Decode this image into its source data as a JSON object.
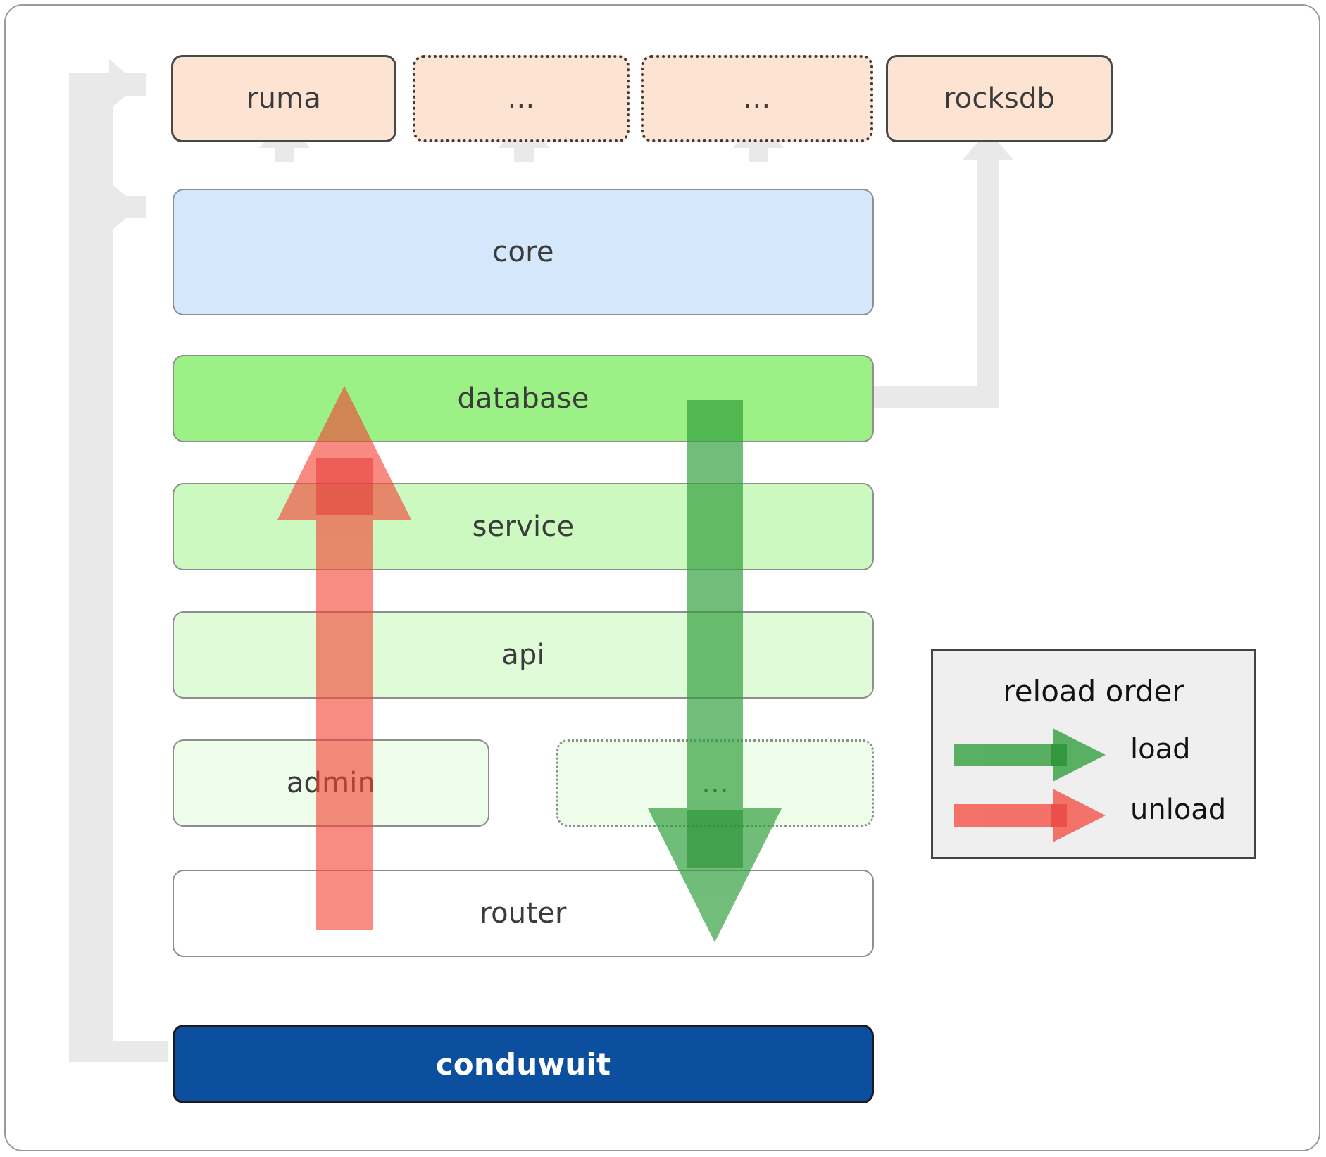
{
  "diagram": {
    "title": "conduwuit crate layering and reload order",
    "colors": {
      "dependency_fill": "#fde3d2",
      "core_fill": "#d5e8fb",
      "database_fill": "#9bf086",
      "service_fill": "#ccf9c0",
      "api_fill": "#e0fbd8",
      "admin_fill": "#eefdea",
      "router_fill": "#ffffff",
      "root_fill": "#0b4f9e",
      "connector": "#e9e9e9",
      "load_arrow": "#4caf50",
      "unload_arrow": "#fa7272",
      "legend_fill": "#efefef",
      "border": "#8e8e8e"
    },
    "dependencies": [
      {
        "label": "ruma",
        "style": "solid"
      },
      {
        "label": "...",
        "style": "dotted"
      },
      {
        "label": "...",
        "style": "dotted"
      },
      {
        "label": "rocksdb",
        "style": "solid"
      }
    ],
    "core": {
      "label": "core"
    },
    "layers": [
      {
        "label": "database",
        "style": "solid"
      },
      {
        "label": "service",
        "style": "solid"
      },
      {
        "label": "api",
        "style": "solid"
      }
    ],
    "admin_row": [
      {
        "label": "admin",
        "style": "solid"
      },
      {
        "label": "...",
        "style": "dotted"
      }
    ],
    "router": {
      "label": "router"
    },
    "root": {
      "label": "conduwuit"
    }
  },
  "legend": {
    "title": "reload order",
    "items": [
      {
        "label": "load",
        "color": "#4caf50"
      },
      {
        "label": "unload",
        "color": "#fa7272"
      }
    ]
  }
}
